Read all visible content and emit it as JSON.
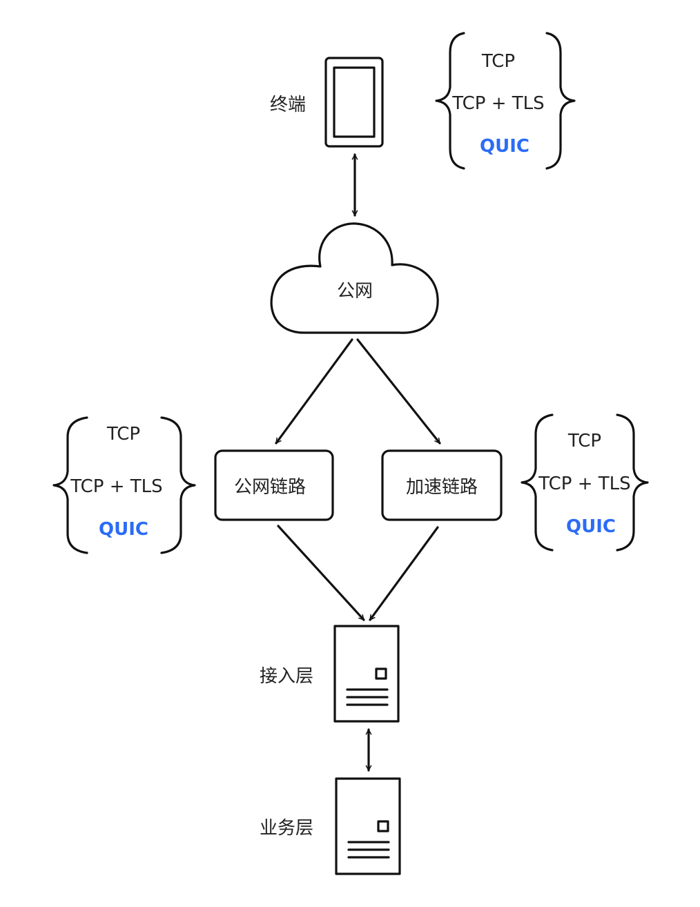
{
  "nodes": {
    "terminal": "终端",
    "public_net": "公网",
    "public_link": "公网链路",
    "accel_link": "加速链路",
    "access_layer": "接入层",
    "business_layer": "业务层"
  },
  "protocols": {
    "items": [
      "TCP",
      "TCP + TLS",
      "QUIC"
    ],
    "highlight_color": "#2b6cf6"
  },
  "icons": {
    "terminal": "mobile-device-icon",
    "public_net": "cloud-icon",
    "access_layer": "server-icon",
    "business_layer": "server-icon"
  }
}
